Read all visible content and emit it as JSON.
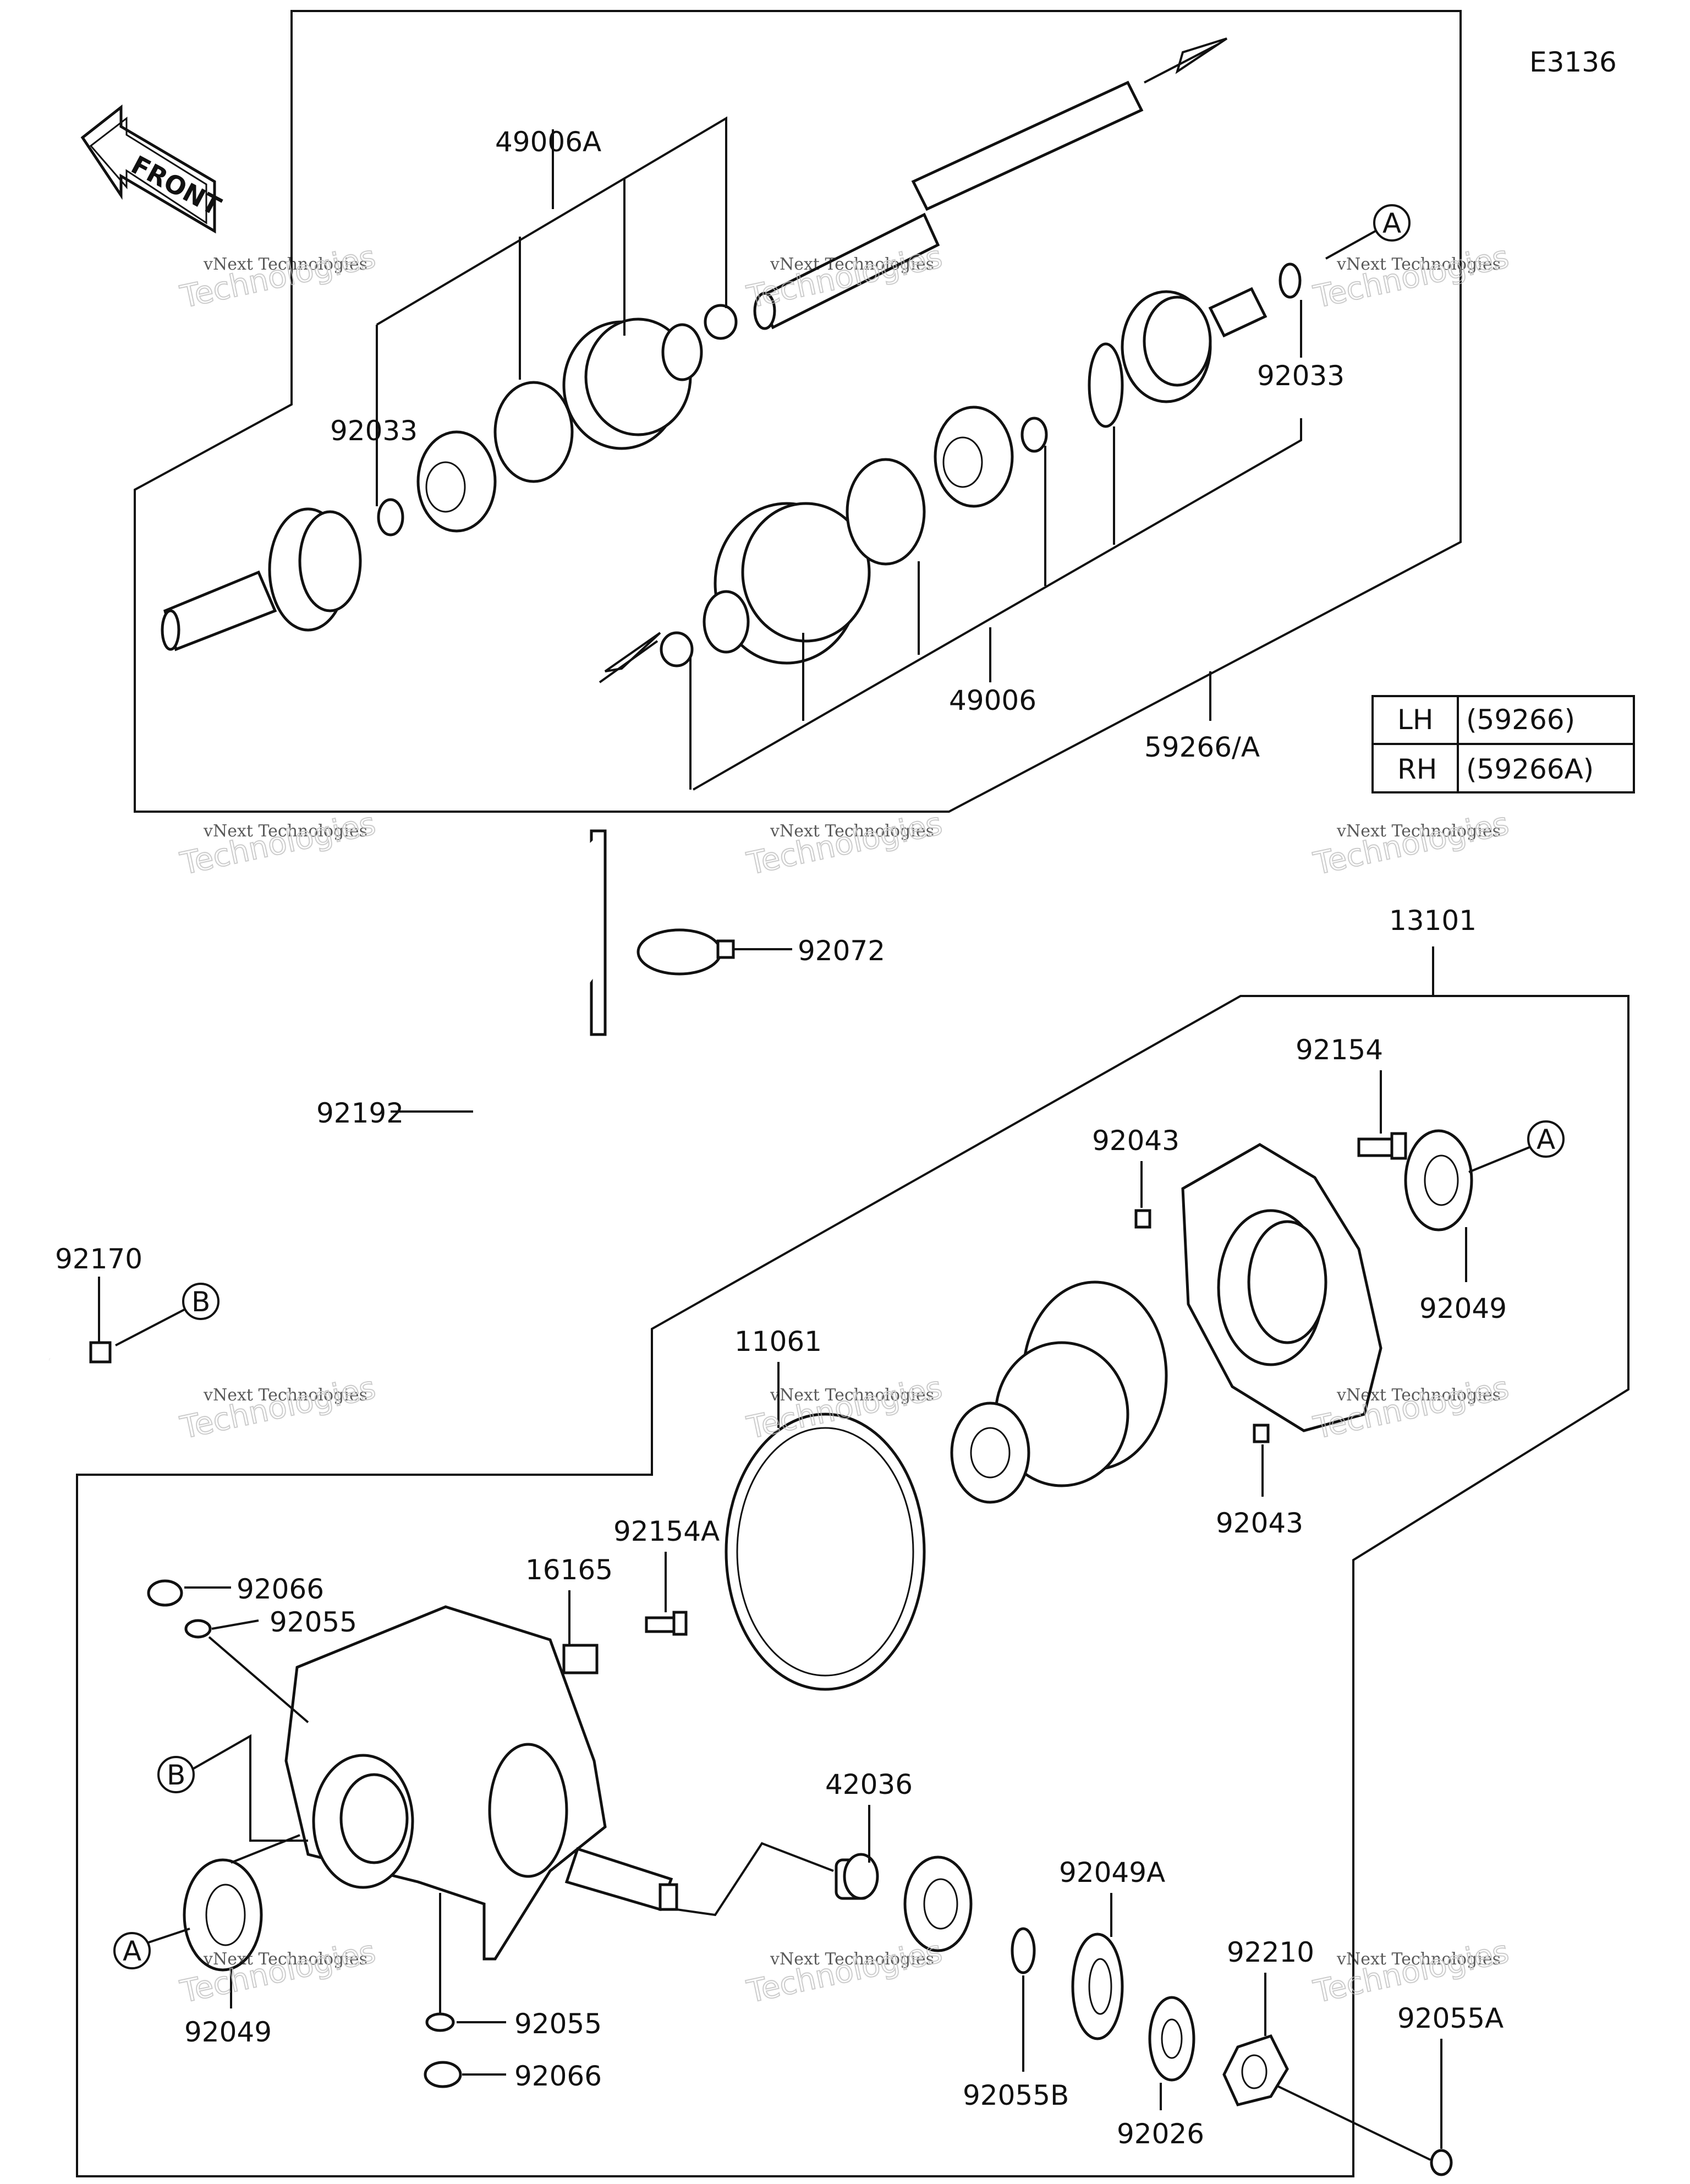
{
  "diagram_code": "E3136",
  "front_label": "FRONT",
  "watermark": {
    "line1": "vNext Technologies",
    "line2": "vNext",
    "line3": "Technologies"
  },
  "legend": {
    "rows": [
      {
        "side": "LH",
        "code": "(59266)"
      },
      {
        "side": "RH",
        "code": "(59266A)"
      }
    ]
  },
  "part_labels": {
    "p49006A": "49006A",
    "p92033_left": "92033",
    "p92033_right": "92033",
    "p49006": "49006",
    "p59266A": "59266/A",
    "p92072": "92072",
    "p13101": "13101",
    "p92192": "92192",
    "p92170": "92170",
    "p92154": "92154",
    "p92043_top": "92043",
    "p92049_right": "92049",
    "p11061": "11061",
    "p92043_bottom": "92043",
    "p92154A": "92154A",
    "p16165": "16165",
    "p92066_top": "92066",
    "p92055_top": "92055",
    "p42036": "42036",
    "p92049A": "92049A",
    "p92210": "92210",
    "p92055A": "92055A",
    "p92049_left": "92049",
    "p92055_bottom": "92055",
    "p92066_bottom": "92066",
    "p92055B": "92055B",
    "p92026": "92026"
  },
  "callouts": {
    "a_top": "A",
    "a_right": "A",
    "a_left": "A",
    "b_pipe": "B",
    "b_housing": "B"
  }
}
